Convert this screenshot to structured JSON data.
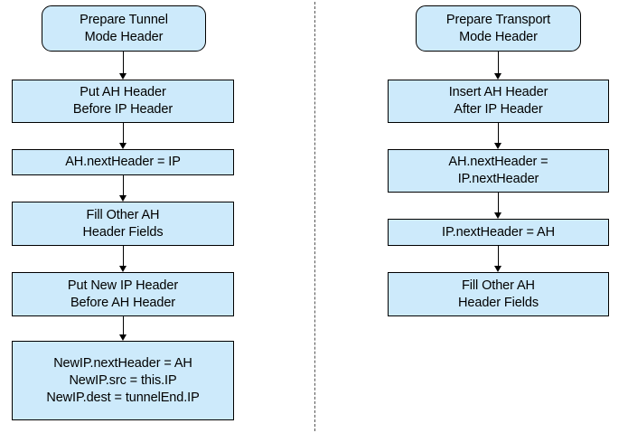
{
  "diagram": {
    "title_left": "Prepare Tunnel Mode Header",
    "title_right": "Prepare Transport Mode Header",
    "box_fill_color": "#cdeafb",
    "box_border_color": "#000000",
    "background_color": "#ffffff",
    "divider_color": "#555555",
    "columns": [
      {
        "name": "tunnel-mode",
        "nodes": [
          {
            "id": "t1",
            "shape": "rounded",
            "lines": [
              "Prepare Tunnel",
              "Mode Header"
            ]
          },
          {
            "id": "t2",
            "shape": "rect",
            "lines": [
              "Put AH Header",
              "Before IP Header"
            ]
          },
          {
            "id": "t3",
            "shape": "rect",
            "lines": [
              "AH.nextHeader = IP"
            ]
          },
          {
            "id": "t4",
            "shape": "rect",
            "lines": [
              "Fill Other AH",
              "Header Fields"
            ]
          },
          {
            "id": "t5",
            "shape": "rect",
            "lines": [
              "Put New IP Header",
              "Before AH Header"
            ]
          },
          {
            "id": "t6",
            "shape": "rect",
            "lines": [
              "NewIP.nextHeader = AH",
              "NewIP.src = this.IP",
              "NewIP.dest = tunnelEnd.IP"
            ]
          }
        ]
      },
      {
        "name": "transport-mode",
        "nodes": [
          {
            "id": "r1",
            "shape": "rounded",
            "lines": [
              "Prepare Transport",
              "Mode Header"
            ]
          },
          {
            "id": "r2",
            "shape": "rect",
            "lines": [
              "Insert AH Header",
              "After IP Header"
            ]
          },
          {
            "id": "r3",
            "shape": "rect",
            "lines": [
              "AH.nextHeader =",
              "IP.nextHeader"
            ]
          },
          {
            "id": "r4",
            "shape": "rect",
            "lines": [
              "IP.nextHeader = AH"
            ]
          },
          {
            "id": "r5",
            "shape": "rect",
            "lines": [
              "Fill Other AH",
              "Header Fields"
            ]
          }
        ]
      }
    ]
  }
}
